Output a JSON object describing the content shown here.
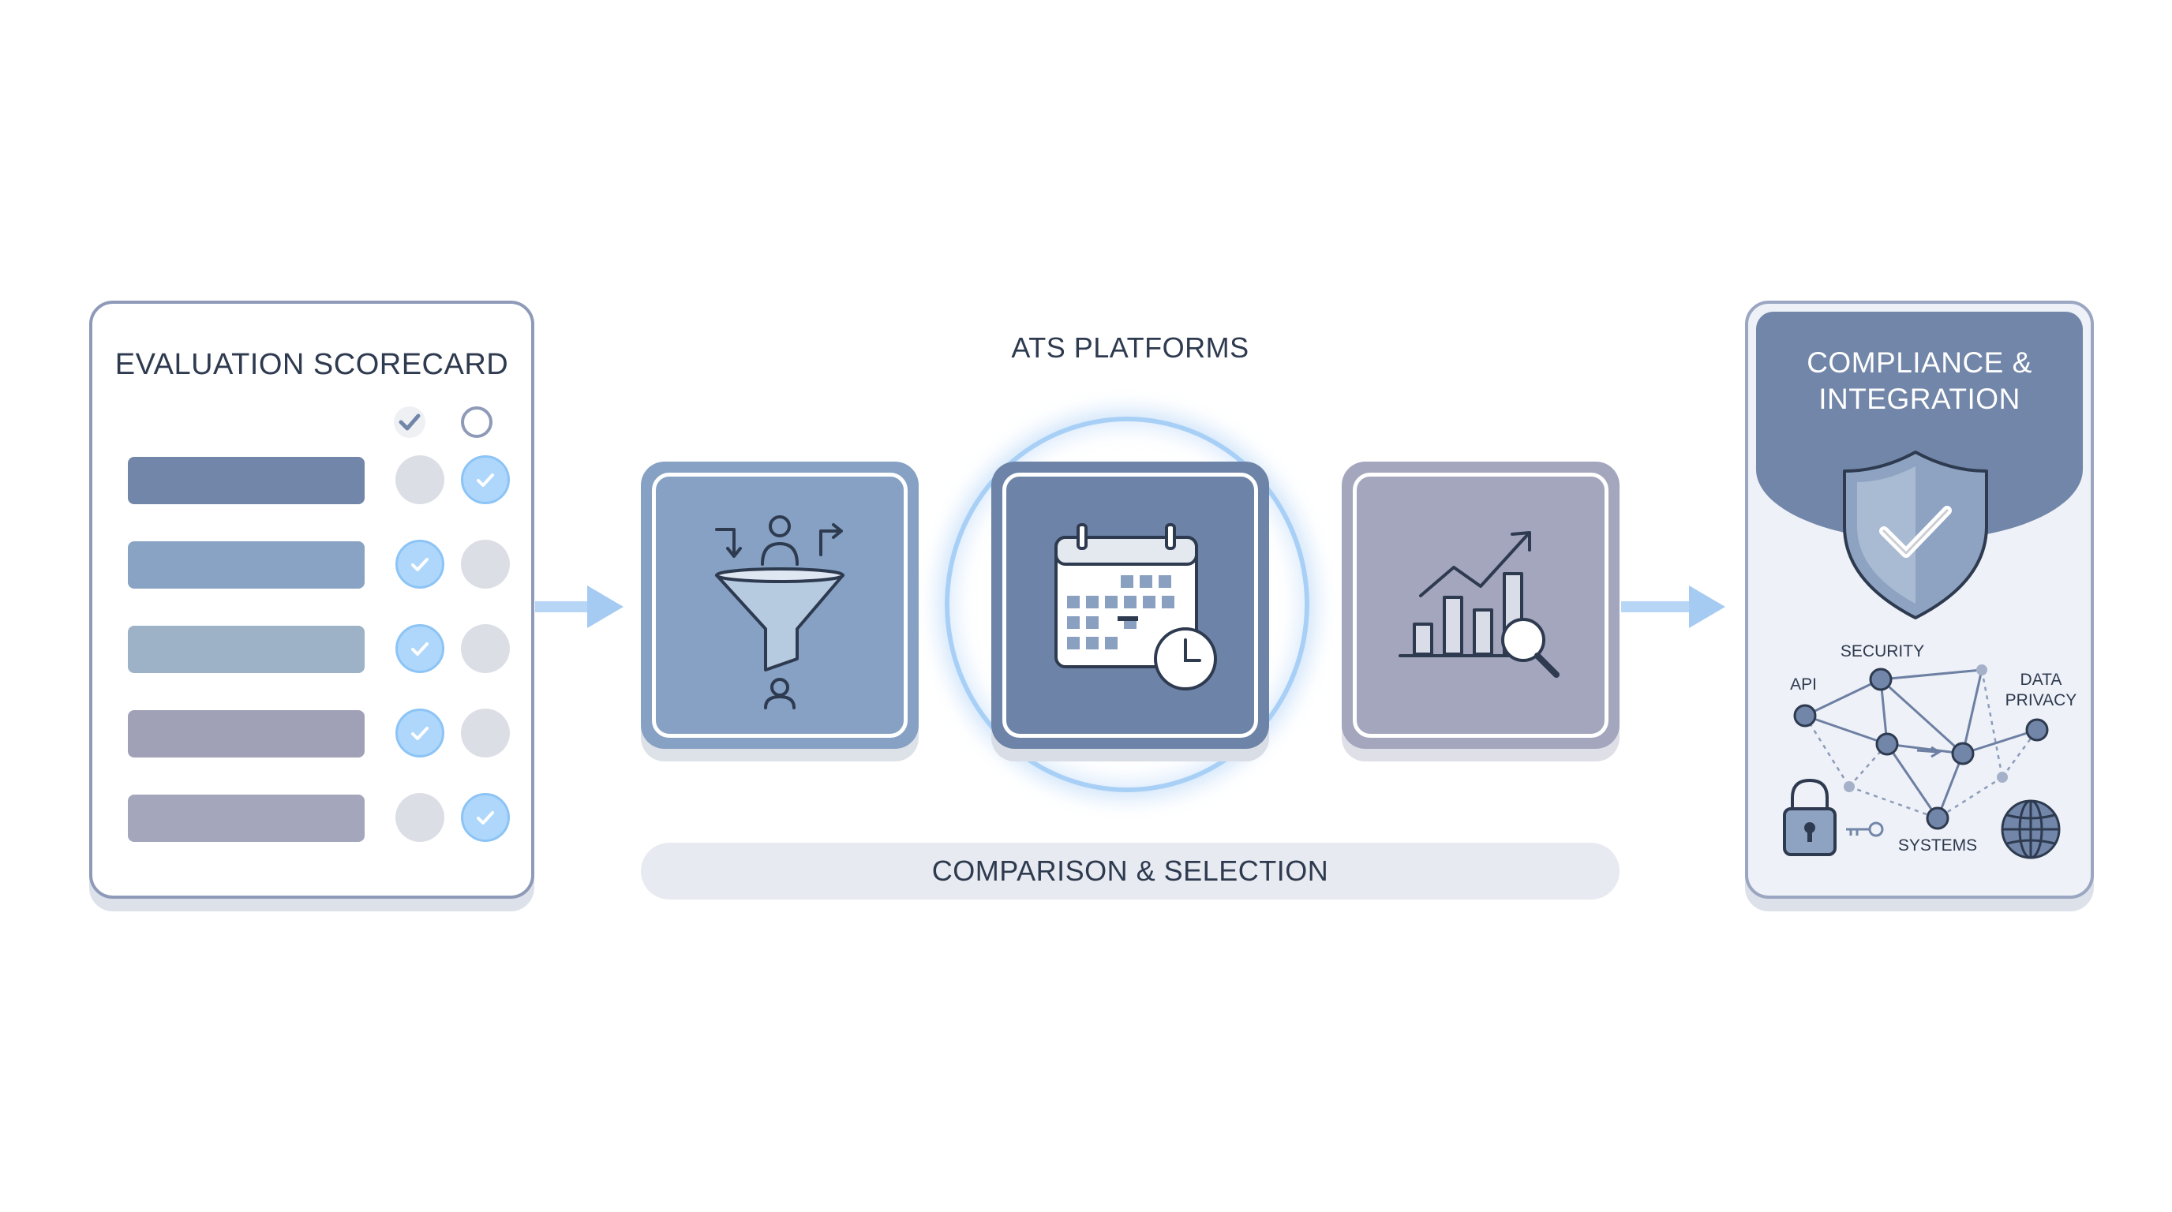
{
  "scorecard": {
    "title": "EVALUATION SCORECARD",
    "header_icons": [
      "check-icon",
      "circle-icon"
    ],
    "rows": [
      {
        "bar_color": "#7186a8",
        "first": false,
        "second": true
      },
      {
        "bar_color": "#88a3c3",
        "first": true,
        "second": false
      },
      {
        "bar_color": "#9db2c6",
        "first": true,
        "second": false
      },
      {
        "bar_color": "#a0a1b7",
        "first": true,
        "second": false
      },
      {
        "bar_color": "#a4a6bc",
        "first": false,
        "second": true
      }
    ]
  },
  "platforms": {
    "title": "ATS PLATFORMS",
    "tiles": [
      {
        "icon": "funnel-people-icon",
        "color": "#86a1c3"
      },
      {
        "icon": "calendar-clock-icon",
        "color": "#6d83a7",
        "highlighted": true
      },
      {
        "icon": "chart-magnifier-icon",
        "color": "#a3a6bd"
      }
    ],
    "footer": "COMPARISON & SELECTION"
  },
  "compliance": {
    "title_line1": "COMPLIANCE &",
    "title_line2": "INTEGRATION",
    "labels": {
      "security": "SECURITY",
      "api": "API",
      "data_privacy_line1": "DATA",
      "data_privacy_line2": "PRIVACY",
      "systems": "SYSTEMS"
    },
    "icons": [
      "shield-check-icon",
      "lock-icon",
      "key-icon",
      "globe-icon"
    ]
  },
  "colors": {
    "accent": "#8cc4f6",
    "text": "#2e3a4f",
    "card_border": "#8e9ab7"
  }
}
